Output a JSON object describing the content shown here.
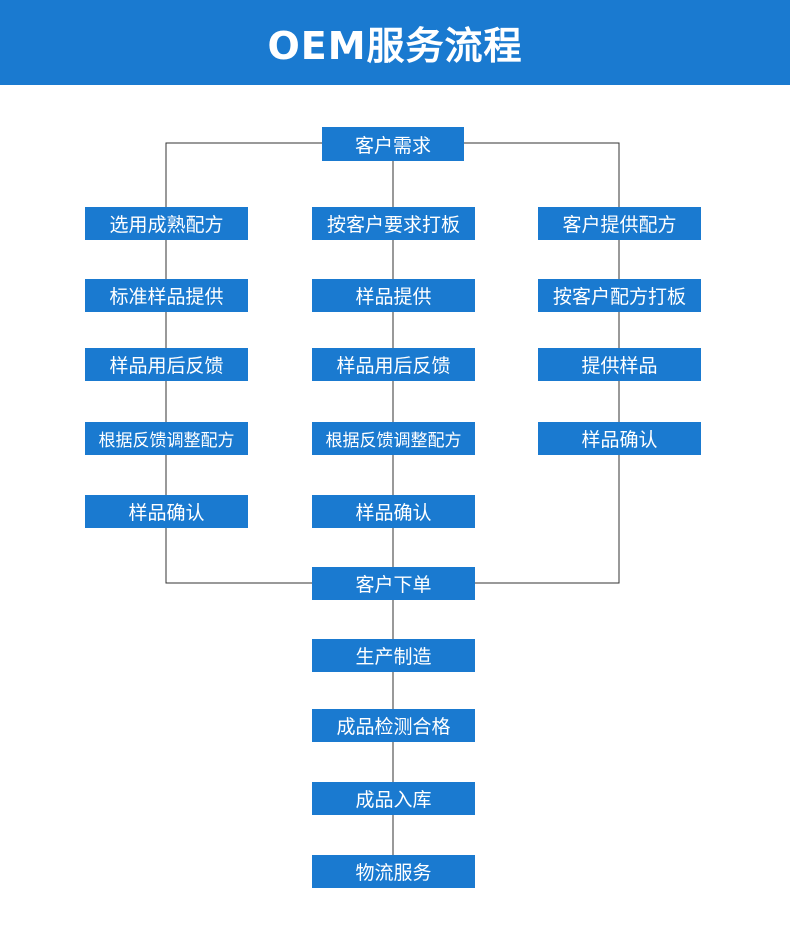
{
  "title": "OEM服务流程",
  "colors": {
    "primary": "#1a7ad0",
    "line": "#333333"
  },
  "flow": {
    "root": "客户需求",
    "left": [
      "选用成熟配方",
      "标准样品提供",
      "样品用后反馈",
      "根据反馈调整配方",
      "样品确认"
    ],
    "center": [
      "按客户要求打板",
      "样品提供",
      "样品用后反馈",
      "根据反馈调整配方",
      "样品确认"
    ],
    "right": [
      "客户提供配方",
      "按客户配方打板",
      "提供样品",
      "样品确认"
    ],
    "main": [
      "客户下单",
      "生产制造",
      "成品检测合格",
      "成品入库",
      "物流服务"
    ]
  }
}
